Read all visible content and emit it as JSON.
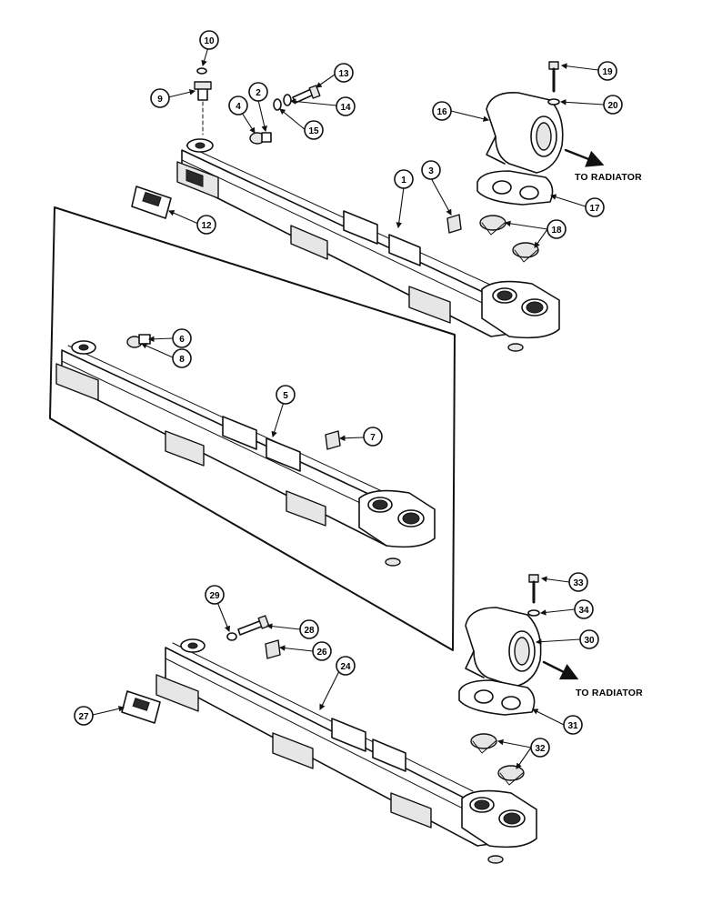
{
  "callouts": {
    "c1": "1",
    "c2": "2",
    "c3": "3",
    "c4": "4",
    "c5": "5",
    "c6": "6",
    "c7": "7",
    "c8": "8",
    "c9": "9",
    "c10": "10",
    "c12": "12",
    "c13": "13",
    "c14": "14",
    "c15": "15",
    "c16": "16",
    "c17": "17",
    "c18": "18",
    "c19": "19",
    "c20": "20",
    "c24": "24",
    "c26": "26",
    "c27": "27",
    "c28": "28",
    "c29": "29",
    "c30": "30",
    "c31": "31",
    "c32": "32",
    "c33": "33",
    "c34": "34"
  },
  "notes": {
    "to_radiator_top": "TO RADIATOR",
    "to_radiator_bottom": "TO RADIATOR"
  }
}
